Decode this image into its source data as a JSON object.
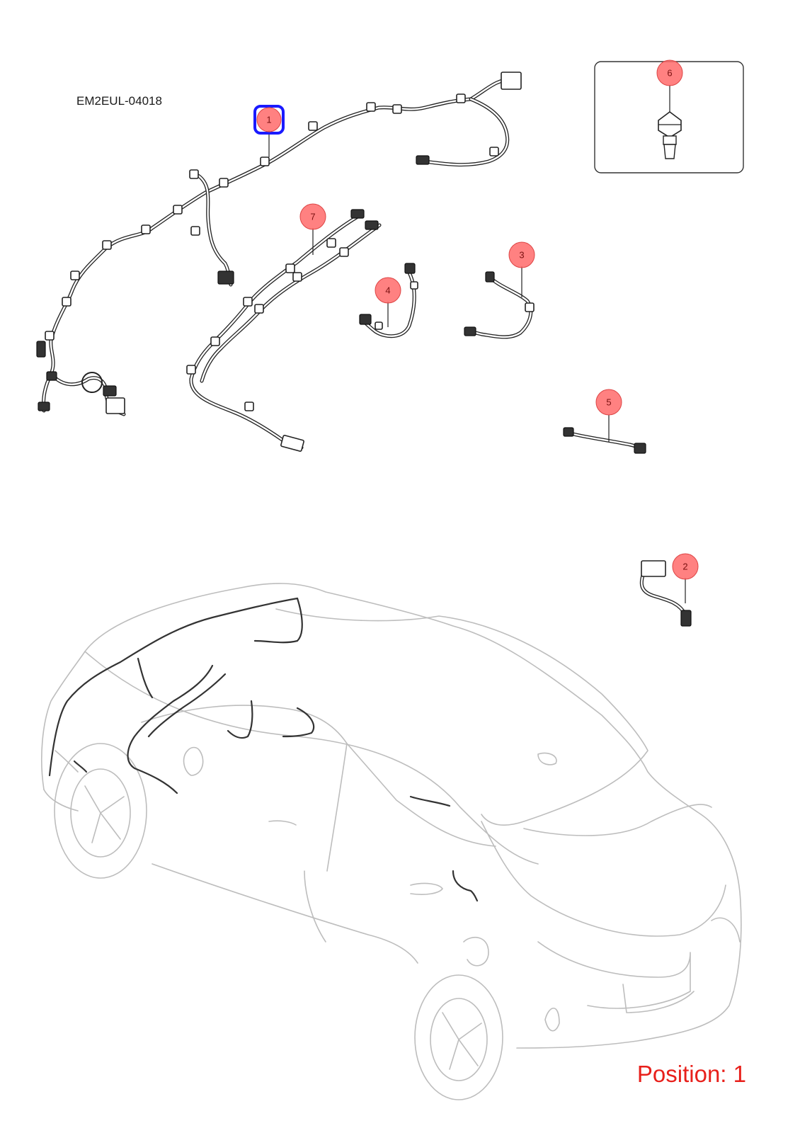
{
  "drawing_code": "EM2EUL-04018",
  "position_label": "Position: 1",
  "callouts": [
    {
      "label": "1",
      "selected": true
    },
    {
      "label": "2"
    },
    {
      "label": "3"
    },
    {
      "label": "4"
    },
    {
      "label": "5"
    },
    {
      "label": "6"
    },
    {
      "label": "7"
    }
  ],
  "colors": {
    "callout_fill": "#ff6b6b",
    "selected_outline": "#1a1aff",
    "position_text": "#e8201b",
    "vehicle_outline": "#bdbdbd"
  }
}
